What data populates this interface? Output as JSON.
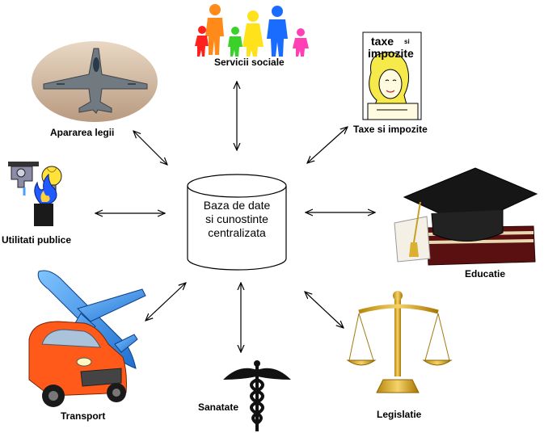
{
  "center": {
    "lines": [
      "Baza de date",
      "si cunostinte",
      "centralizata"
    ]
  },
  "nodes": {
    "servicii_sociale": "Servicii sociale",
    "taxe_impozite": "Taxe si impozite",
    "educatie": "Educatie",
    "legislatie": "Legislatie",
    "sanatate": "Sanatate",
    "transport": "Transport",
    "utilitati_publice": "Utilitati publice",
    "apararea_legii": "Apararea legii"
  },
  "tax_doc": {
    "line1": "taxe",
    "line1_small": "si",
    "line2": "impozite"
  },
  "icons": {
    "servicii_sociale": "family-icon",
    "taxe_impozite": "tax-document-icon",
    "educatie": "graduation-cap-icon",
    "legislatie": "scales-of-justice-icon",
    "sanatate": "caduceus-icon",
    "transport": "car-and-airplane-icon",
    "utilitati_publice": "utilities-icon",
    "apararea_legii": "fighter-jet-icon"
  }
}
